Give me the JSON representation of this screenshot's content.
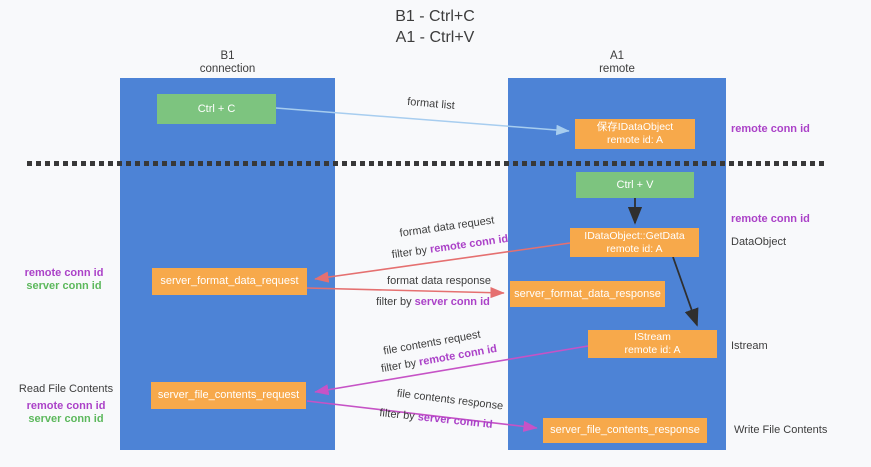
{
  "title": {
    "line1": "B1 - Ctrl+C",
    "line2": "A1 - Ctrl+V"
  },
  "lanes": {
    "left": {
      "name": "B1",
      "role": "connection"
    },
    "right": {
      "name": "A1",
      "role": "remote"
    }
  },
  "nodes": {
    "ctrl_c": {
      "label": "Ctrl + C"
    },
    "ctrl_v": {
      "label": "Ctrl + V"
    },
    "save_dataobject": {
      "line1": "保存IDataObject",
      "line2": "remote id: A"
    },
    "getdata": {
      "line1": "IDataObject::GetData",
      "line2": "remote id: A"
    },
    "istream": {
      "line1": "IStream",
      "line2": "remote id: A"
    },
    "server_format_data_request": {
      "label": "server_format_data_request"
    },
    "server_format_data_response": {
      "label": "server_format_data_response"
    },
    "server_file_contents_request": {
      "label": "server_file_contents_request"
    },
    "server_file_contents_response": {
      "label": "server_file_contents_response"
    }
  },
  "arrows": {
    "format_list": {
      "label": "format list"
    },
    "format_data_request": {
      "label": "format data request",
      "filter_prefix": "filter by",
      "filter_key": "remote conn id"
    },
    "format_data_response": {
      "label": "format data response",
      "filter_prefix": "filter by",
      "filter_key": "server conn id"
    },
    "file_contents_request": {
      "label": "file contents request",
      "filter_prefix": "filter by",
      "filter_key": "remote conn id"
    },
    "file_contents_response": {
      "label": "file contents response",
      "filter_prefix": "filter by",
      "filter_key": "server conn id"
    }
  },
  "annotations": {
    "right_top_remote_conn_id": "remote conn id",
    "right_mid_remote_conn_id": "remote conn id",
    "right_dataobject": "DataObject",
    "right_istream": "Istream",
    "right_write_file_contents": "Write File Contents",
    "left_mid_remote_conn_id": "remote conn id",
    "left_mid_server_conn_id": "server conn id",
    "left_read_file_contents": "Read File Contents",
    "left_bottom_remote_conn_id": "remote conn id",
    "left_bottom_server_conn_id": "server conn id"
  },
  "colors": {
    "background": "#f8f9fb",
    "lane_blue": "#4d83d6",
    "box_green": "#7dc47f",
    "box_orange": "#f7a94b",
    "box_text": "#ffffff",
    "arrow_light_blue": "#a7cdef",
    "arrow_red": "#e57070",
    "arrow_magenta": "#c653c6",
    "arrow_black": "#2f2f2f",
    "text_dark": "#3d3d3d",
    "highlight_purple": "#ab42c8",
    "highlight_green": "#5cb85c",
    "dashed_line": "#383838"
  }
}
